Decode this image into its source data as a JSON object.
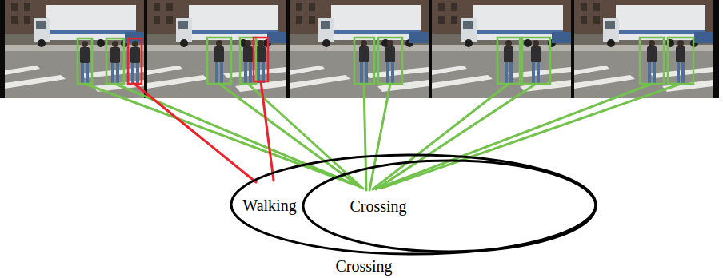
{
  "diagram": {
    "nodes": [
      {
        "text": [
          "Crossing"
        ]
      },
      {
        "text": [
          "Walking"
        ],
        "in": 0
      },
      {
        "text": [
          "Crossing"
        ],
        "in": 0
      }
    ]
  }
}
